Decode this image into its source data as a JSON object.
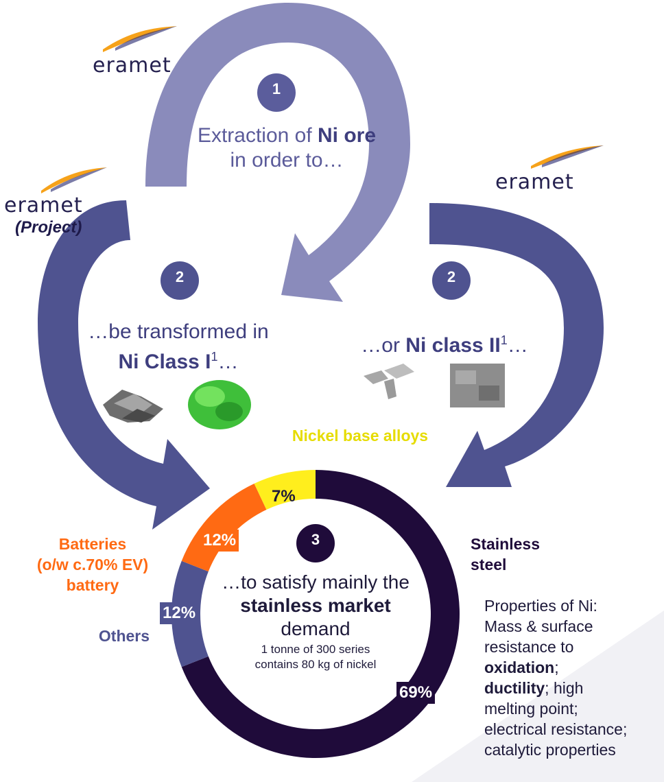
{
  "logos": {
    "top": "eramet",
    "left": "eramet",
    "left_note": "(Project)",
    "right": "eramet"
  },
  "steps": {
    "one": {
      "number": "1",
      "line1_pre": "Extraction of ",
      "line1_bold": "Ni ore",
      "line2": "in order to…"
    },
    "two_left": {
      "number": "2",
      "line1": "…be transformed in",
      "line2_bold": "Ni Class I",
      "line2_sup": "1",
      "line2_post": "…"
    },
    "two_right": {
      "number": "2",
      "line_pre": "…or ",
      "line_bold": "Ni class II",
      "line_sup": "1",
      "line_post": "…"
    },
    "three": {
      "number": "3",
      "line1": "…to satisfy mainly the",
      "line2_bold": "stainless market",
      "line3": "demand",
      "note1": "1 tonne of 300 series",
      "note2": "contains 80 kg of nickel"
    }
  },
  "categories": {
    "nickel_alloys": "Nickel base alloys",
    "batteries": "Batteries",
    "batteries_sub": "(o/w c.70% EV)",
    "batteries_sub2": "battery",
    "others": "Others",
    "stainless": "Stainless steel"
  },
  "properties": {
    "l1": "Properties of Ni:",
    "l2": "Mass & surface",
    "l3": "resistance to",
    "l4_bold": "oxidation",
    "l4_post": ";",
    "l5_bold": "ductility",
    "l5_post": "; high",
    "l6": "melting point;",
    "l7": "electrical resistance;",
    "l8": "catalytic properties"
  },
  "colors": {
    "arrow_light": "#8a8bbb",
    "arrow_dark": "#4f5390",
    "stainless": "#1f0b3a",
    "batteries": "#ff6a13",
    "nickel_alloys": "#ffee1d",
    "others": "#4f5390",
    "badge": "#4f5390"
  },
  "chart_data": {
    "type": "pie",
    "style": "donut",
    "categories": [
      "Stainless steel",
      "Nickel base alloys",
      "Batteries",
      "Others"
    ],
    "values": [
      69,
      7,
      12,
      12
    ],
    "value_labels": [
      "69%",
      "7%",
      "12%",
      "12%"
    ]
  }
}
